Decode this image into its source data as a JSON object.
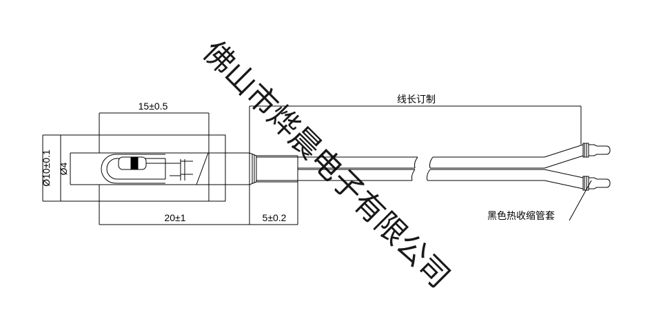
{
  "colors": {
    "line": "#000000",
    "watermark": "#2f73b8",
    "background": "#ffffff"
  },
  "drawing": {
    "dim_top_length": "15±0.5",
    "dim_bottom_length": "20±1",
    "dim_sleeve_length": "5±0.2",
    "dim_outer_diameter": "Ø10±0.1",
    "dim_inner_diameter": "Ø4",
    "wire_length_label": "线长订制",
    "heat_shrink_label": "黑色热收缩管套"
  },
  "watermark": {
    "text": "佛山市烨晨电子有限公司"
  }
}
